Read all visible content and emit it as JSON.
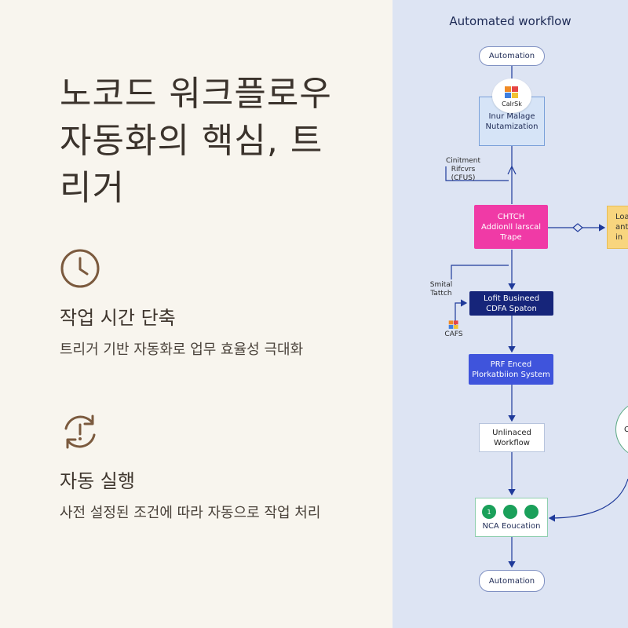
{
  "left": {
    "headline": "노코드 워크플로우 자동화의 핵심, 트리거",
    "features": [
      {
        "icon": "clock-icon",
        "title": "작업 시간 단축",
        "desc": "트리거 기반 자동화로 업무 효율성 극대화"
      },
      {
        "icon": "sync-alert-icon",
        "title": "자동 실행",
        "desc": "사전 설정된 조건에 따라 자동으로 작업 처리"
      }
    ]
  },
  "diagram": {
    "title": "Automated workflow",
    "colors": {
      "pink": "#f03aa6",
      "navy": "#16257a",
      "blue": "#3f54dc",
      "yellow": "#f8d57e",
      "green": "#1aa05a",
      "edge": "#1f3a9a"
    },
    "nodes": {
      "start": "Automation",
      "logo_label": "CalrSk",
      "manage_1": "Inur Malage",
      "manage_2": "Nutamization",
      "pink_1": "CHTCH",
      "pink_2": "Addionll larscal",
      "pink_3": "Trape",
      "yellow_1": "Loa",
      "yellow_2": "ant",
      "yellow_3": "in",
      "navy_1": "Lofit Busineed",
      "navy_2": "CDFA Spaton",
      "blue_1": "PRF Enced",
      "blue_2": "Plorkatbiion System",
      "white_1": "Unlinaced",
      "white_2": "Workflow",
      "circle": "C",
      "green_label": "NCA Eoucation",
      "green_dots": [
        "1",
        "",
        ""
      ],
      "end": "Automation"
    },
    "annotations": {
      "a1_1": "Cinitment",
      "a1_2": "Rifcvrs",
      "a1_3": "(CFUS)",
      "a2_1": "Smital",
      "a2_2": "Tattch",
      "a3": "CAFS"
    }
  }
}
